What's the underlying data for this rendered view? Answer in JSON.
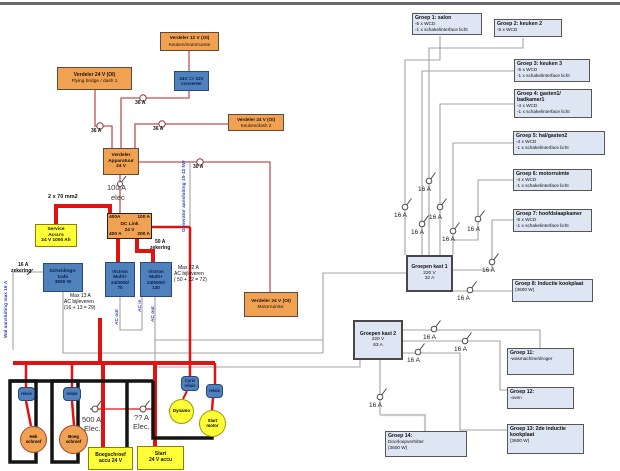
{
  "boxes": {
    "verdeler_12v": {
      "l1": "Verdeler 12 V (OI)",
      "l2": "Keuken/motorruimte"
    },
    "converter": {
      "l1": "24V => 12V",
      "l2": "converter"
    },
    "verdeler_flybridge": {
      "l1": "Verdeler 24 V (OI)",
      "l2": "Flying bridge / dash 1"
    },
    "verdeler_keuken_dash": {
      "l1": "Verdeler 24 V (OI)",
      "l2": "Keuken/dash 2"
    },
    "verdeler_apparatuur": {
      "l1": "Verdeler",
      "l2": "Apparatuur",
      "l3": "24 V"
    },
    "verdeler_motorruimte": {
      "l1": "Verdeler 24 V (OI)",
      "l2": "Motorruimte:"
    },
    "dc_link": {
      "tl": "400A",
      "tr": "100 A",
      "name": "DC Link",
      "volt": "24 V",
      "bl": "400 A",
      "br": "200 A"
    },
    "service_accu": {
      "l1": "Service",
      "l2": "Accu's",
      "l3": "24 V 1000 Ah"
    },
    "scheidingstrafo": {
      "l1": "Scheidings-",
      "l2": "trafo",
      "l3": "3600 W"
    },
    "victron1": {
      "l1": "Victron",
      "l2": "Multi+",
      "l3": "24/3000/",
      "l4": "70"
    },
    "victron2": {
      "l1": "Victron",
      "l2": "Multi+",
      "l3": "24/5000/",
      "l4": "120"
    },
    "kast1": {
      "l1": "Groepen kast 1",
      "l2": "220 V",
      "l3": "32 A"
    },
    "kast2": {
      "l1": "Groepen kast 2",
      "l2": "220 V",
      "l3": "63 A"
    }
  },
  "groups": [
    {
      "title": "Groep 1: salon",
      "l1": "-5 x WCD",
      "l2": "-1 x schakelinterface licht"
    },
    {
      "title": "Groep 2: keuken 2",
      "l1": "-5 x WCD"
    },
    {
      "title": "Groep 3: keuken 3",
      "l1": "-5 x WCD",
      "l2": "-1 x schakelinterface licht"
    },
    {
      "title": "Groep 4: gasten1/",
      "t2": "badkamer1",
      "l1": "-4 x WCD",
      "l2": "-1 x schakelinterface licht"
    },
    {
      "title": "Groep 5: hal/gasten2",
      "l1": "-4 x WCD",
      "l2": "-1 x schakelinterface licht"
    },
    {
      "title": "Groep 6: motorruimte",
      "l1": "-4 x WCD",
      "l2": "-1 x schakelinterface licht"
    },
    {
      "title": "Groep 7: hoofdslaapkamer",
      "l1": "-5 x WCD",
      "l2": "-1 x schakelinterface licht"
    },
    {
      "title": "Groep 8: Inductie kookplaat",
      "l1": "(3600 W)"
    },
    {
      "title": "Groep 11:",
      "l1": "-wasmachine/droger"
    },
    {
      "title": "Groep 12:",
      "l1": "-oven"
    },
    {
      "title": "Groep 13: 2de inductie",
      "t2": "kookplaat",
      "l1": "(3600 W)"
    },
    {
      "title": "Groep 14:",
      "l1": "Doorloopverhitter",
      "l2": "(3600 W)"
    }
  ],
  "labels": {
    "fuse36": "36 A",
    "fuse30": "30 A",
    "breaker16": "16 A",
    "cable": "2 x 70 mm2",
    "main_switch_l1": "100 A",
    "main_switch_l2": "elec",
    "fuse50_l1": "50 A",
    "fuse50_l2": "zekering",
    "shore_fuse_l1": "16 A",
    "shore_fuse_l2": "zekering",
    "max13_l1": "Max 13 A",
    "max13_l2": "AC bijleveren",
    "max13_l3": "(16 + 13 = 29)",
    "max22_l1": "Max 22 A",
    "max22_l2": "AC bijleveren",
    "max22_l3": "( 50 + 22 = 72)",
    "sw500_l1": "500 A",
    "sw500_l2": "Elec.",
    "swunk_l1": "?? A",
    "swunk_l2": "Elec.",
    "generator": "Generator aansluiting 10-12 kW",
    "shore": "Wal aansluiting max 16 A",
    "ac_out": "AC out",
    "ac_in": "AC in"
  },
  "bottom": {
    "relais": "relais",
    "cyrix_l1": "Cyrix",
    "cyrix_l2": "relais",
    "hek_l1": "Hek",
    "hek_l2": "schroef",
    "boeg_l1": "Boeg",
    "boeg_l2": "schroef",
    "dynamo": "Dynamo",
    "startmotor_l1": "Start",
    "startmotor_l2": "motor",
    "boeg_accu_l1": "Boegschroef",
    "boeg_accu_l2": "accu 24 V",
    "start_accu_l1": "Start",
    "start_accu_l2": "24 V accu"
  },
  "colors": {
    "dc_positive": "#e01212",
    "dc_distribution": "#c0504d",
    "ac_wire": "#a3a3a3",
    "negative": "#141414",
    "distributor_fill": "#f0a152",
    "device_fill": "#4f81bd",
    "battery_fill": "#ffff38",
    "group_fill": "#dde6f2"
  }
}
